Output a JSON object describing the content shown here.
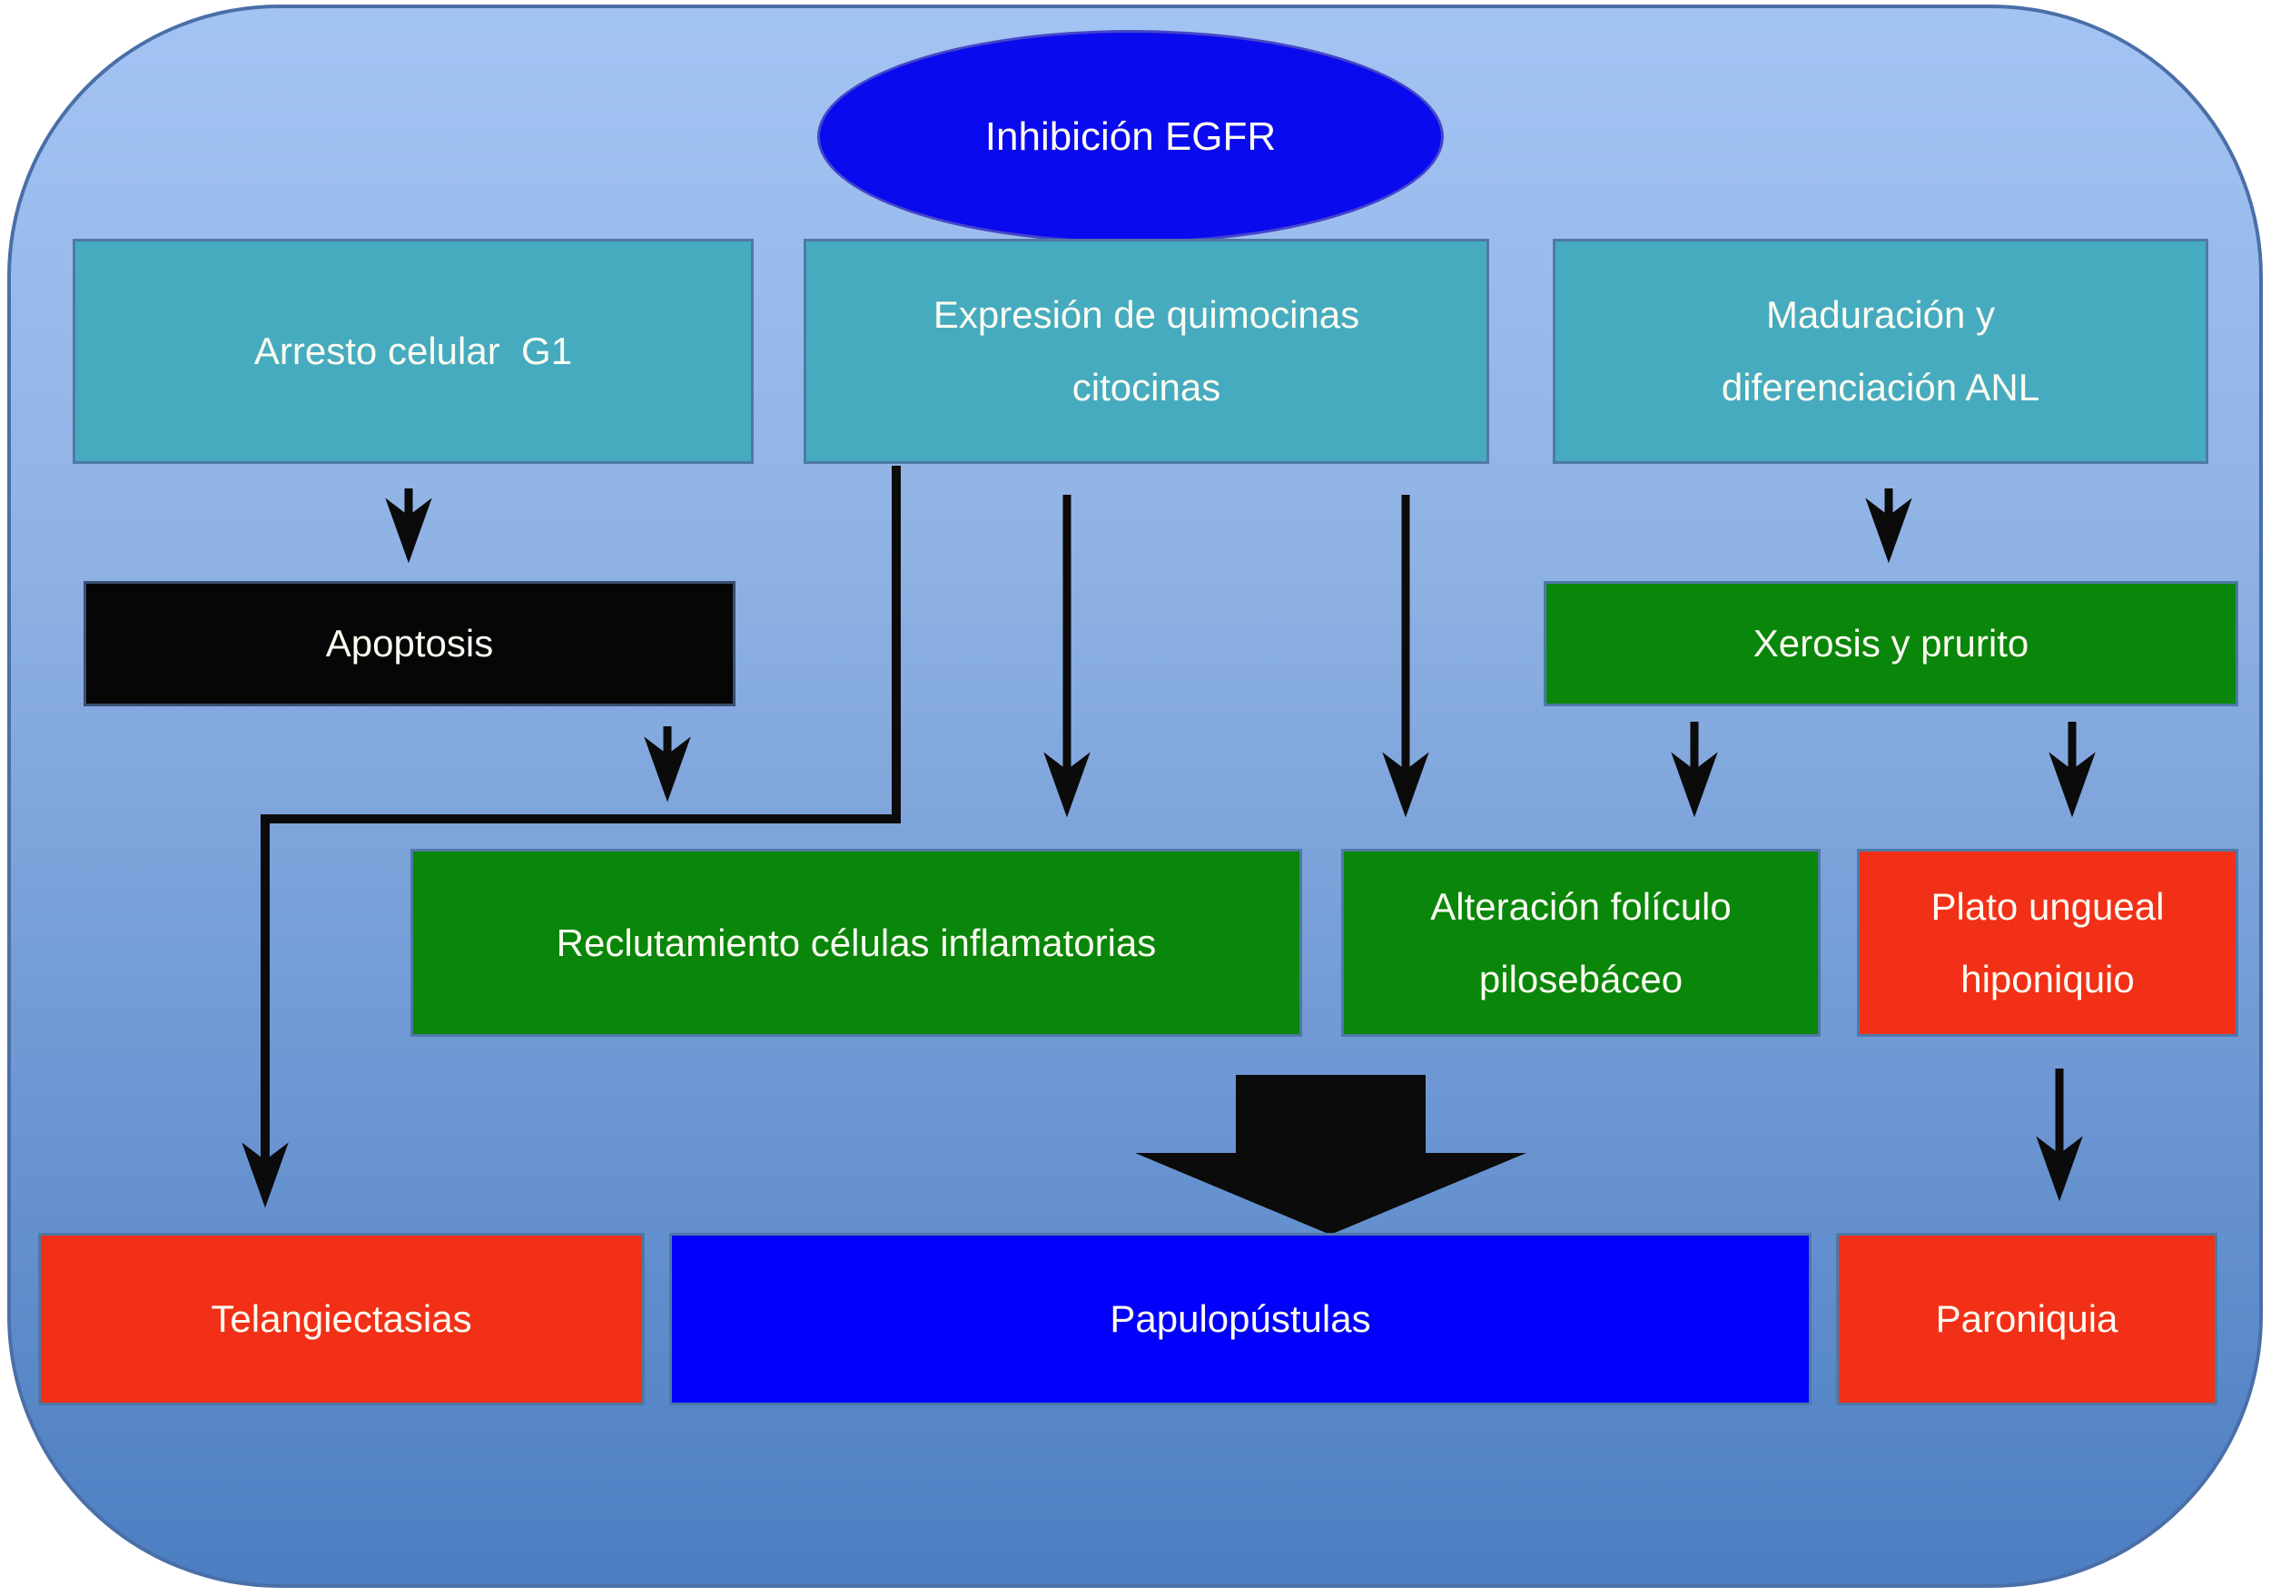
{
  "diagram": {
    "background": {
      "fill_gradient_top": "#A3C4F3",
      "fill_gradient_bottom": "#4B7EC2",
      "border_color": "#4A6FA8",
      "outer_color": "#FFFFFF"
    },
    "nodes": {
      "inhibicion": {
        "label": "Inhibición EGFR",
        "shape": "ellipse",
        "fill": "#0A0AEE",
        "text_color": "#FCFCF2"
      },
      "arresto": {
        "label": "Arresto celular  G1",
        "shape": "rect",
        "fill": "#47ABBF",
        "text_color": "#FCFCF2"
      },
      "expresion": {
        "label": "Expresión de quimocinas citocinas",
        "shape": "rect",
        "fill": "#47ABBF",
        "text_color": "#FCFCF2"
      },
      "maduracion": {
        "label": "Maduración y diferenciación ANL",
        "shape": "rect",
        "fill": "#47ABBF",
        "text_color": "#FCFCF2"
      },
      "apoptosis": {
        "label": "Apoptosis",
        "shape": "rect",
        "fill": "#060606",
        "text_color": "#FCFCF2"
      },
      "xerosis": {
        "label": "Xerosis y prurito",
        "shape": "rect",
        "fill": "#0A860A",
        "text_color": "#FCFCF2"
      },
      "reclutamiento": {
        "label": "Reclutamiento células inflamatorias",
        "shape": "rect",
        "fill": "#0A860A",
        "text_color": "#FCFCF2"
      },
      "alteracion": {
        "label": "Alteración folículo pilosebáceo",
        "shape": "rect",
        "fill": "#0A860A",
        "text_color": "#FCFCF2"
      },
      "plato": {
        "label": "Plato ungueal hiponiquio",
        "shape": "rect",
        "fill": "#F23017",
        "text_color": "#FCFCF2"
      },
      "telangiectasias": {
        "label": "Telangiectasias",
        "shape": "rect",
        "fill": "#F23017",
        "text_color": "#FCFCF2"
      },
      "papulopustulas": {
        "label": "Papulopústulas",
        "shape": "rect",
        "fill": "#0000FB",
        "text_color": "#FCFCF2"
      },
      "paroniquia": {
        "label": "Paroniquia",
        "shape": "rect",
        "fill": "#F23017",
        "text_color": "#FCFCF2"
      }
    },
    "edges": [
      {
        "from": "arresto",
        "to": "apoptosis",
        "type": "arrow"
      },
      {
        "from": "maduracion",
        "to": "xerosis",
        "type": "arrow"
      },
      {
        "from": "expresion",
        "to": "telangiectasias",
        "type": "elbow-arrow"
      },
      {
        "from": "apoptosis",
        "to": "telangiectasias",
        "type": "arrow-joins-elbow"
      },
      {
        "from": "expresion",
        "to": "reclutamiento",
        "type": "arrow"
      },
      {
        "from": "expresion",
        "to": "alteracion",
        "type": "arrow"
      },
      {
        "from": "xerosis",
        "to": "alteracion",
        "type": "arrow"
      },
      {
        "from": "xerosis",
        "to": "plato",
        "type": "arrow"
      },
      {
        "from": "reclutamiento+alteracion",
        "to": "papulopustulas",
        "type": "block-arrow"
      },
      {
        "from": "plato",
        "to": "paroniquia",
        "type": "arrow"
      }
    ],
    "arrow_color": "#0B0B0B"
  }
}
